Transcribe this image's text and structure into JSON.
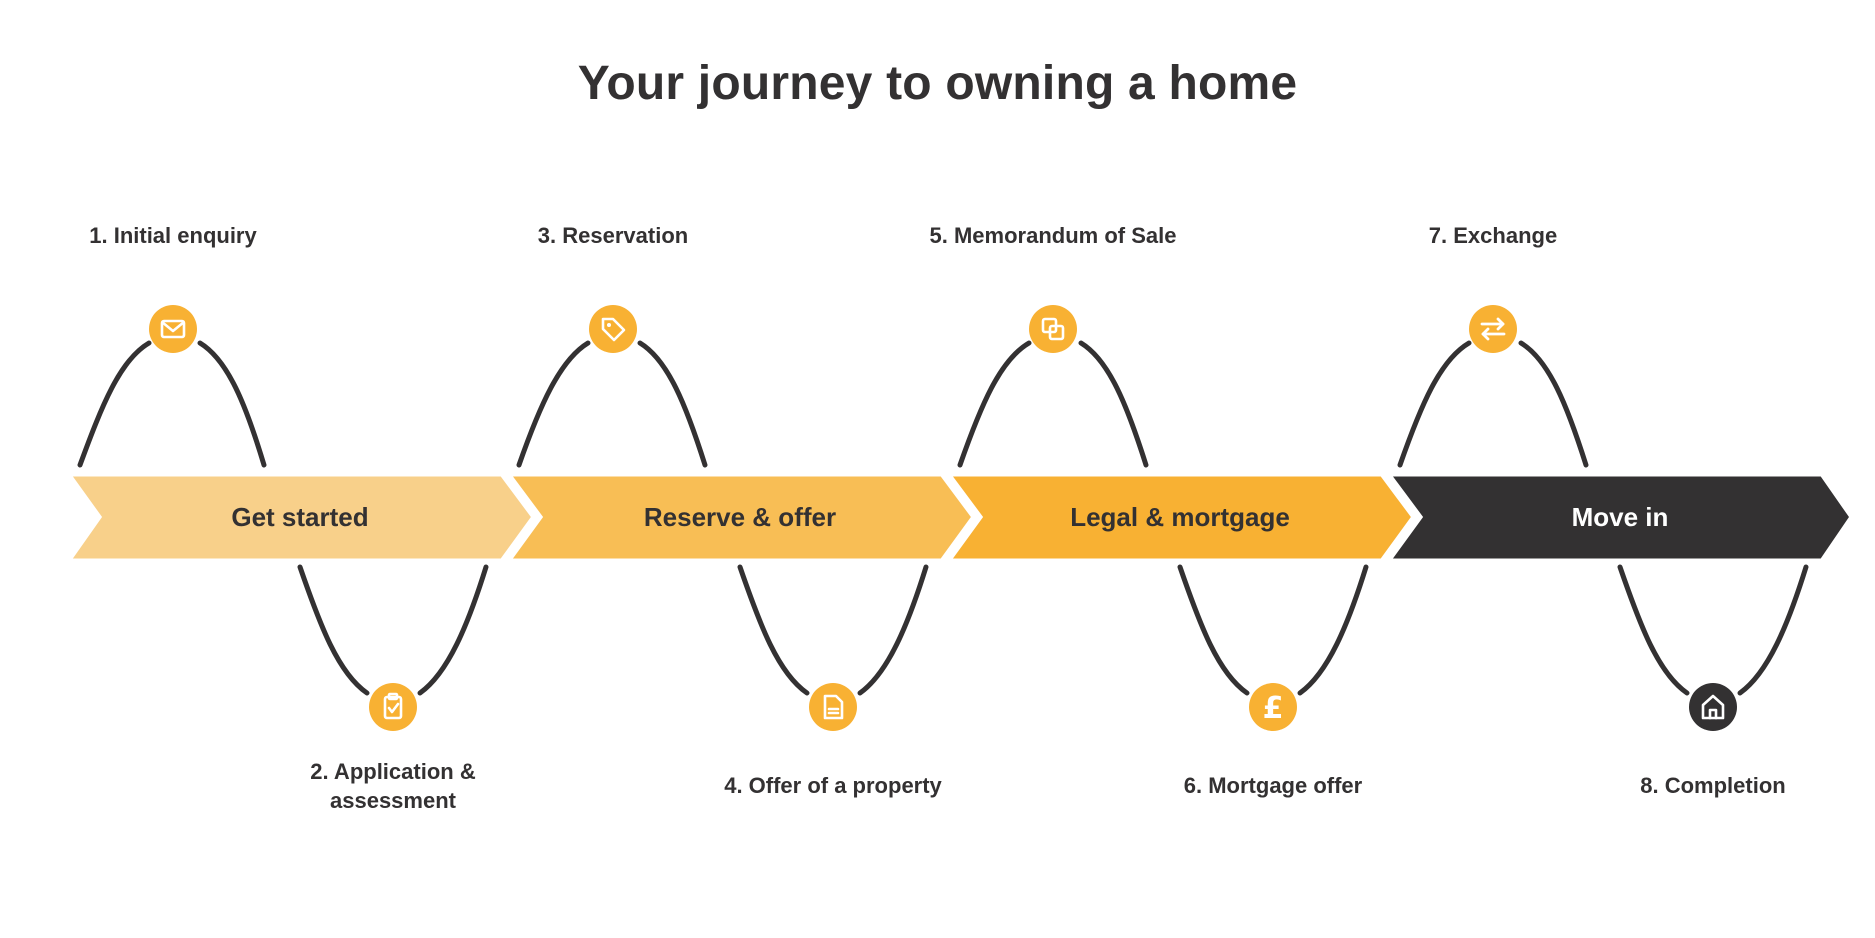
{
  "title": "Your journey to owning a home",
  "colors": {
    "text": "#333132",
    "accent": "#F8B133",
    "phase_1": "#F8D08A",
    "phase_2": "#F8BE55",
    "phase_3": "#F8B133",
    "phase_4": "#333132",
    "icon_glyph": "#ffffff"
  },
  "phases": [
    {
      "label": "Get started",
      "text_color": "#333132"
    },
    {
      "label": "Reserve & offer",
      "text_color": "#333132"
    },
    {
      "label": "Legal & mortgage",
      "text_color": "#333132"
    },
    {
      "label": "Move in",
      "text_color": "#ffffff"
    }
  ],
  "steps": [
    {
      "label": "1. Initial enquiry",
      "icon": "envelope-icon",
      "position": "top"
    },
    {
      "label": "2. Application & assessment",
      "icon": "clipboard-check-icon",
      "position": "bottom"
    },
    {
      "label": "3. Reservation",
      "icon": "tag-icon",
      "position": "top"
    },
    {
      "label": "4. Offer of a property",
      "icon": "document-icon",
      "position": "bottom"
    },
    {
      "label": "5. Memorandum of Sale",
      "icon": "copy-icon",
      "position": "top"
    },
    {
      "label": "6. Mortgage offer",
      "icon": "pound-icon",
      "position": "bottom"
    },
    {
      "label": "7. Exchange",
      "icon": "swap-arrows-icon",
      "position": "top"
    },
    {
      "label": "8. Completion",
      "icon": "house-icon",
      "position": "bottom"
    }
  ]
}
